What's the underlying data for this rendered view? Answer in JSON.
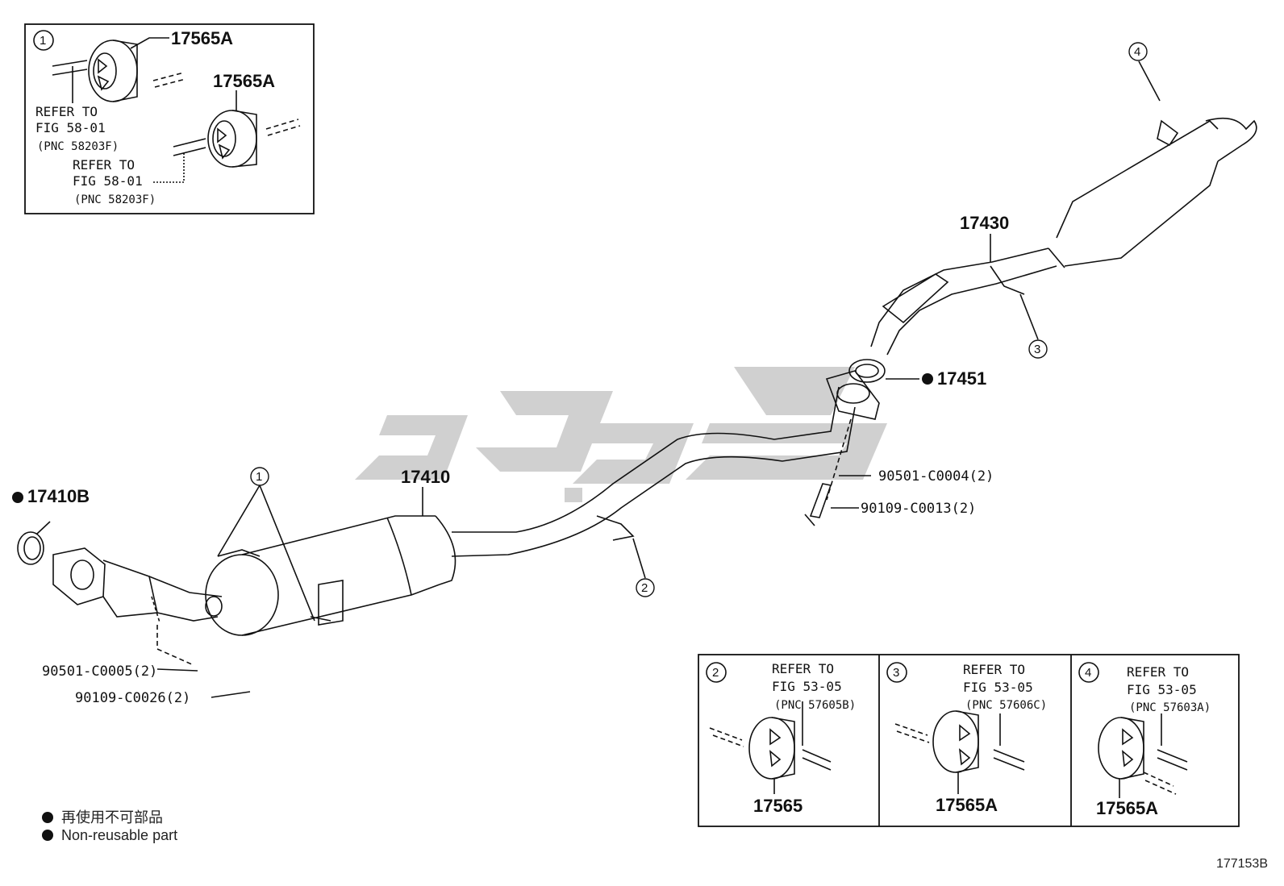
{
  "figure_code": "177153B",
  "legend": {
    "line1": "再使用不可部品",
    "line2": "Non-reusable part"
  },
  "inset_top": {
    "callout": "1",
    "part_a": "17565A",
    "part_b": "17565A",
    "ref1": [
      "REFER TO",
      "FIG 58-01",
      "(PNC 58203F)"
    ],
    "ref2": [
      "REFER TO",
      "FIG 58-01",
      "(PNC 58203F)"
    ]
  },
  "main": {
    "callout_1": "1",
    "callout_2": "2",
    "callout_3": "3",
    "callout_4": "4",
    "part_17410B": "17410B",
    "part_17410": "17410",
    "part_17430": "17430",
    "part_17451": "17451",
    "part_90501_c0004": "90501-C0004(2)",
    "part_90109_c0013": "90109-C0013(2)",
    "part_90501_c0005": "90501-C0005(2)",
    "part_90109_c0026": "90109-C0026(2)"
  },
  "insets_bottom": [
    {
      "callout": "2",
      "ref": [
        "REFER TO",
        "FIG 53-05",
        "(PNC 57605B)"
      ],
      "part": "17565"
    },
    {
      "callout": "3",
      "ref": [
        "REFER TO",
        "FIG 53-05",
        "(PNC 57606C)"
      ],
      "part": "17565A"
    },
    {
      "callout": "4",
      "ref": [
        "REFER TO",
        "FIG 53-05",
        "(PNC 57603A)"
      ],
      "part": "17565A"
    }
  ],
  "colors": {
    "line": "#111111",
    "watermark": "#c8c8c8"
  }
}
